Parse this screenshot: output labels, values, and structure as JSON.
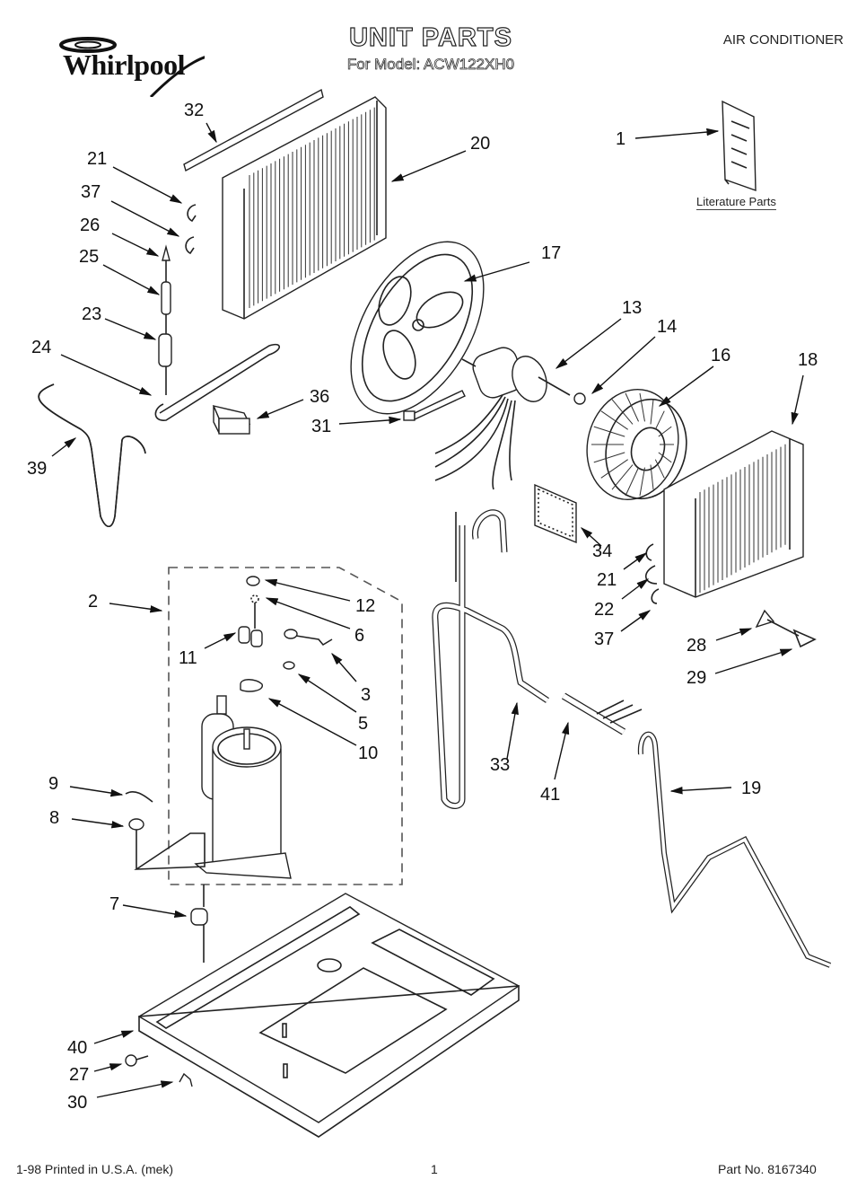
{
  "header": {
    "brand": "Whirlpool",
    "title": "UNIT PARTS",
    "subtitle": "For Model: ACW122XH0",
    "category": "AIR CONDITIONER"
  },
  "literature": {
    "label": "Literature Parts",
    "callout": "1"
  },
  "callouts": [
    {
      "id": "1",
      "part": "literature-parts"
    },
    {
      "id": "2",
      "part": "compressor-assembly"
    },
    {
      "id": "3",
      "part": "compressor-component"
    },
    {
      "id": "5",
      "part": "compressor-component"
    },
    {
      "id": "6",
      "part": "compressor-component"
    },
    {
      "id": "7",
      "part": "compressor-grommet"
    },
    {
      "id": "8",
      "part": "washer"
    },
    {
      "id": "9",
      "part": "clip"
    },
    {
      "id": "10",
      "part": "terminal-component"
    },
    {
      "id": "11",
      "part": "capacitor"
    },
    {
      "id": "12",
      "part": "nut"
    },
    {
      "id": "13",
      "part": "fan-motor"
    },
    {
      "id": "14",
      "part": "nut"
    },
    {
      "id": "16",
      "part": "blower-wheel"
    },
    {
      "id": "17",
      "part": "fan-blade"
    },
    {
      "id": "18",
      "part": "evaporator-coil"
    },
    {
      "id": "19",
      "part": "tube"
    },
    {
      "id": "20",
      "part": "condenser-coil"
    },
    {
      "id": "21",
      "part": "clip"
    },
    {
      "id": "22",
      "part": "return-bend"
    },
    {
      "id": "23",
      "part": "fitting"
    },
    {
      "id": "24",
      "part": "tube"
    },
    {
      "id": "25",
      "part": "tube-segment"
    },
    {
      "id": "26",
      "part": "cap"
    },
    {
      "id": "27",
      "part": "screw"
    },
    {
      "id": "28",
      "part": "bracket"
    },
    {
      "id": "29",
      "part": "clip"
    },
    {
      "id": "30",
      "part": "bracket"
    },
    {
      "id": "31",
      "part": "cable-tie"
    },
    {
      "id": "32",
      "part": "seal-strip"
    },
    {
      "id": "33",
      "part": "tube"
    },
    {
      "id": "34",
      "part": "filter-pad"
    },
    {
      "id": "36",
      "part": "block"
    },
    {
      "id": "37",
      "part": "clip"
    },
    {
      "id": "39",
      "part": "tube"
    },
    {
      "id": "40",
      "part": "base-pan"
    },
    {
      "id": "41",
      "part": "manifold-tube"
    }
  ],
  "footer": {
    "left": "1-98 Printed in U.S.A. (mek)",
    "page": "1",
    "part_no": "Part No. 8167340"
  }
}
